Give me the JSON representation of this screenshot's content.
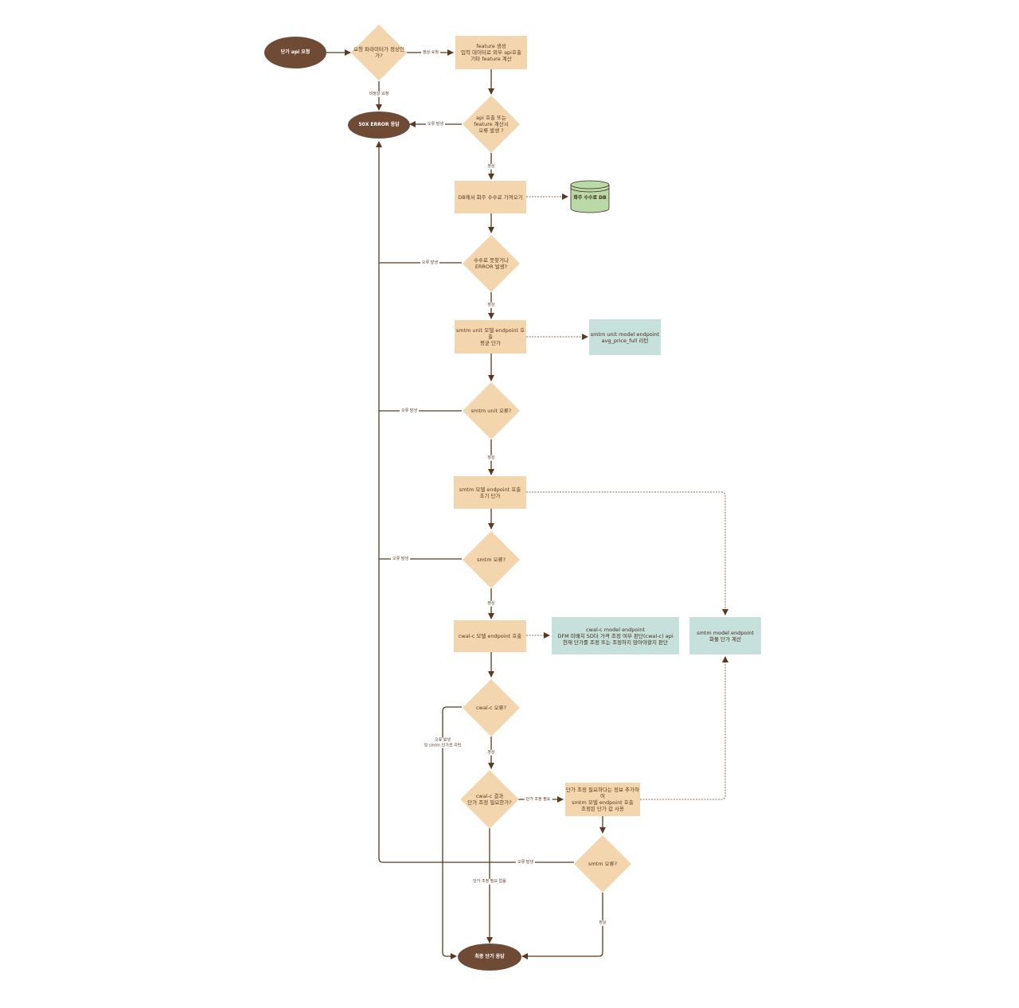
{
  "diagram": {
    "colors": {
      "terminal": "#6f4a35",
      "process": "#f3d5ae",
      "decision": "#f3d5ae",
      "external": "#c6e0dc",
      "database": "#b9d9a6",
      "edge": "#5a3a22"
    },
    "nodes": {
      "start": "단가 api 요청",
      "check_params": "요청 파라미터가 정상인가?",
      "feature": "feature 생성\n입력 데이터로 외부 api호출\n기타 feature 계산",
      "feature_error": "api 호출 또는\nfeature 계산시\n오류 발생 ?",
      "error_response": "50X ERROR 응답",
      "fetch_fee": "DB에서 화주 수수료 가져오기",
      "fee_db": "화주 수수료 DB",
      "fee_error": "수수료 못찾거나\nERROR 발생?",
      "smtm_unit_call": "smtm unit 모델 endpoint 호출\n평균 단가",
      "smtm_unit_ext": "smtm unit model endpoint\navg_price_full 리턴",
      "smtm_unit_error": "smtm unit 오류?",
      "smtm_call": "smtm 모델 endpoint 호출\n초기 단가",
      "smtm_error": "smtm 오류?",
      "cwalc_call": "cwal-c 모델 endpoint 호출",
      "cwalc_ext": "cwal-c model endpoint\nDFM 미배치 SD더 가격 조정 여부 판단(cwal-c) api\n현재 단가를 조정 또는 조정하지 않아야할지 판단",
      "smtm_ext": "smtm model endpoint\n화물 단가 계산",
      "cwalc_error": "cwal-c 오류?",
      "need_adjust": "cwal-c 결과\n단가 조정 필요한가?",
      "adjust_call": "단가 조정 필요하다는 정보 추가하여\nsmtm 모델 endpoint 호출\n조정된 단가 값 사용",
      "smtm_error2": "smtm 오류?",
      "final": "최종 단가 응답"
    },
    "edge_labels": {
      "normal_request": "정상 요청",
      "abnormal_request": "비정상 요청",
      "error1": "오류 발생",
      "ok1": "정상",
      "error2": "오류 발생",
      "ok2": "정상",
      "error3": "오류 발생",
      "ok3": "정상",
      "error4": "오류 발생",
      "ok4": "정상",
      "cwalc_error_fallback": "오류 발생\n및 smtm 단가로 리턴",
      "ok5": "정상",
      "need_adjust_yes": "단가 조정 필요",
      "need_adjust_no": "단가 조정 필요 없음",
      "error5": "오류 발생",
      "ok6": "정상"
    }
  }
}
